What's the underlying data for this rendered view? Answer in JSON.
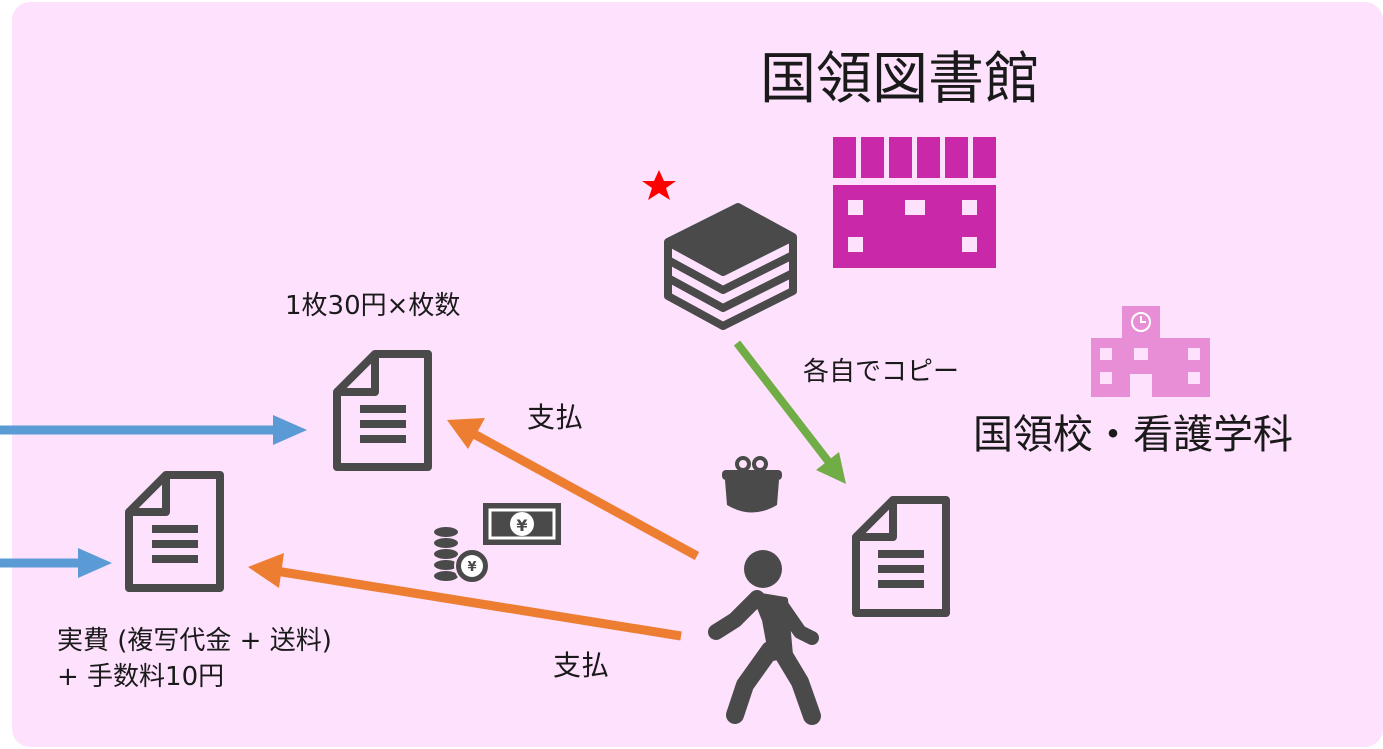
{
  "labels": {
    "library": "国領図書館",
    "school": "国領校・看護学科",
    "self_copy": "各自でコピー",
    "price_per_sheet": "1枚30円×枚数",
    "payment_top": "支払",
    "payment_bottom": "支払",
    "actual_cost_line1": "実費 (複写代金 + 送料)",
    "actual_cost_line2": "+ 手数料10円"
  },
  "icons": {
    "library": "building-icon",
    "school": "school-icon",
    "books": "books-stack-icon",
    "star": "star-icon",
    "document": "document-icon",
    "wallet": "coin-purse-icon",
    "money": "money-icon",
    "person": "walking-person-icon"
  },
  "colors": {
    "panel_background": "#fee1fd",
    "library_building": "#c928a9",
    "school_building": "#e78ed6",
    "icon_dark": "#4a4a4a",
    "star": "#ff0000",
    "arrow_green": "#70ad47",
    "arrow_orange": "#ed7d31",
    "arrow_blue": "#5b9bd5"
  }
}
